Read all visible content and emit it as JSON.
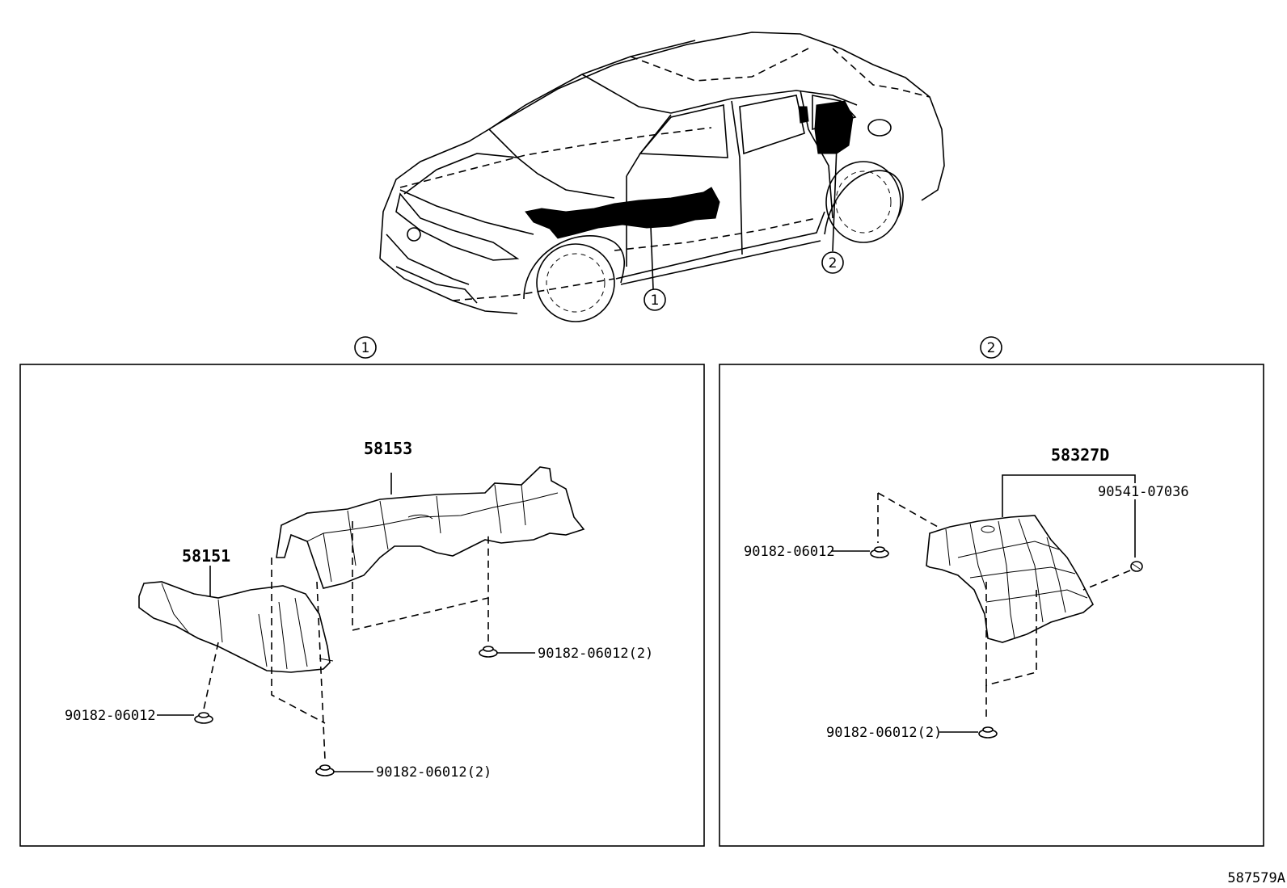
{
  "diagram": {
    "drawing_code": "587579A",
    "callouts": {
      "car_one": "1",
      "car_two": "2",
      "panel_one": "1",
      "panel_two": "2"
    },
    "panel_one": {
      "part_58153": "58153",
      "part_58151": "58151",
      "clip_right": "90182-06012(2)",
      "clip_left": "90182-06012",
      "clip_bottom": "90182-06012(2)"
    },
    "panel_two": {
      "part_58327d": "58327D",
      "bolt": "90541-07036",
      "clip_left": "90182-06012",
      "clip_bottom": "90182-06012(2)"
    }
  }
}
